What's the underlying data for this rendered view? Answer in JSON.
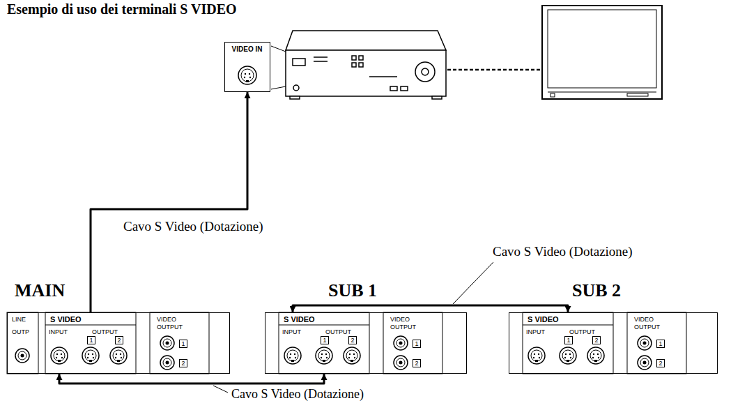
{
  "diagram": {
    "title": "Esempio di uso dei terminali S VIDEO",
    "nodes": [
      {
        "text": [
          "VIDEO IN"
        ]
      },
      {
        "text": [
          "MAIN",
          "LINE",
          "OUTP",
          "S VIDEO",
          "INPUT",
          "OUTPUT",
          "1",
          "2",
          "VIDEO OUTPUT",
          "1",
          "2"
        ]
      },
      {
        "text": [
          "SUB 1",
          "S VIDEO",
          "INPUT",
          "OUTPUT",
          "1",
          "2",
          "VIDEO OUTPUT",
          "1",
          "2"
        ]
      },
      {
        "text": [
          "SUB 2",
          "S VIDEO",
          "INPUT",
          "OUTPUT",
          "1",
          "2",
          "VIDEO OUTPUT",
          "1",
          "2"
        ]
      }
    ],
    "edges": [
      {
        "from": 1,
        "to": 0,
        "arrow": "to",
        "label": "Cavo S Video (Dotazione)"
      },
      {
        "from": 2,
        "to": 1,
        "arrow": "both",
        "label": "Cavo S Video (Dotazione)"
      },
      {
        "from": 3,
        "to": 2,
        "arrow": "both",
        "label": "Cavo S Video (Dotazione)"
      }
    ]
  }
}
